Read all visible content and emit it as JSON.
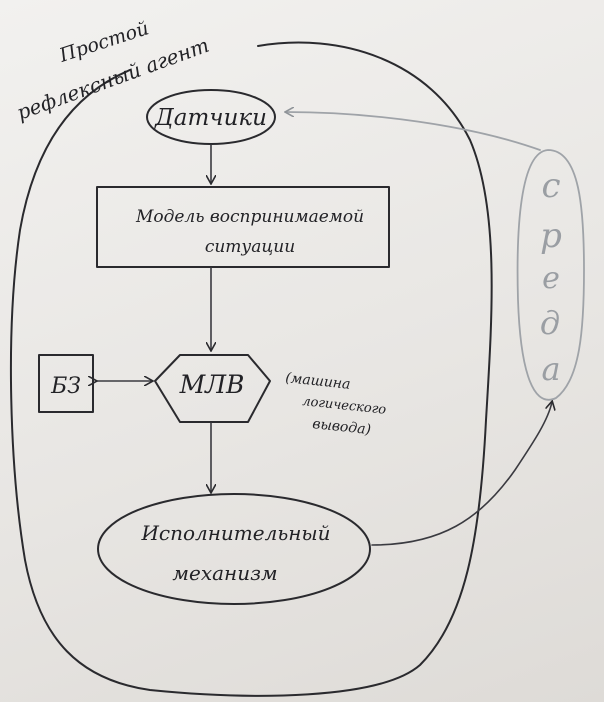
{
  "agent_label": {
    "line1": "Простой",
    "line2": "рефлексный агент"
  },
  "nodes": {
    "sensors": "Датчики",
    "model": {
      "line1": "Модель воспринимаемой",
      "line2": "ситуации"
    },
    "kb": "БЗ",
    "inference": "МЛВ",
    "inference_note": {
      "line1": "(машина",
      "line2": "логического",
      "line3": "вывода)"
    },
    "actuator": {
      "line1": "Исполнительный",
      "line2": "механизм"
    }
  },
  "environment": {
    "letters": [
      "с",
      "р",
      "е",
      "д",
      "а"
    ]
  },
  "colors": {
    "ink": "#2a2a2e",
    "environment": "#9fa3a8",
    "paper": "#f2f1ef"
  }
}
